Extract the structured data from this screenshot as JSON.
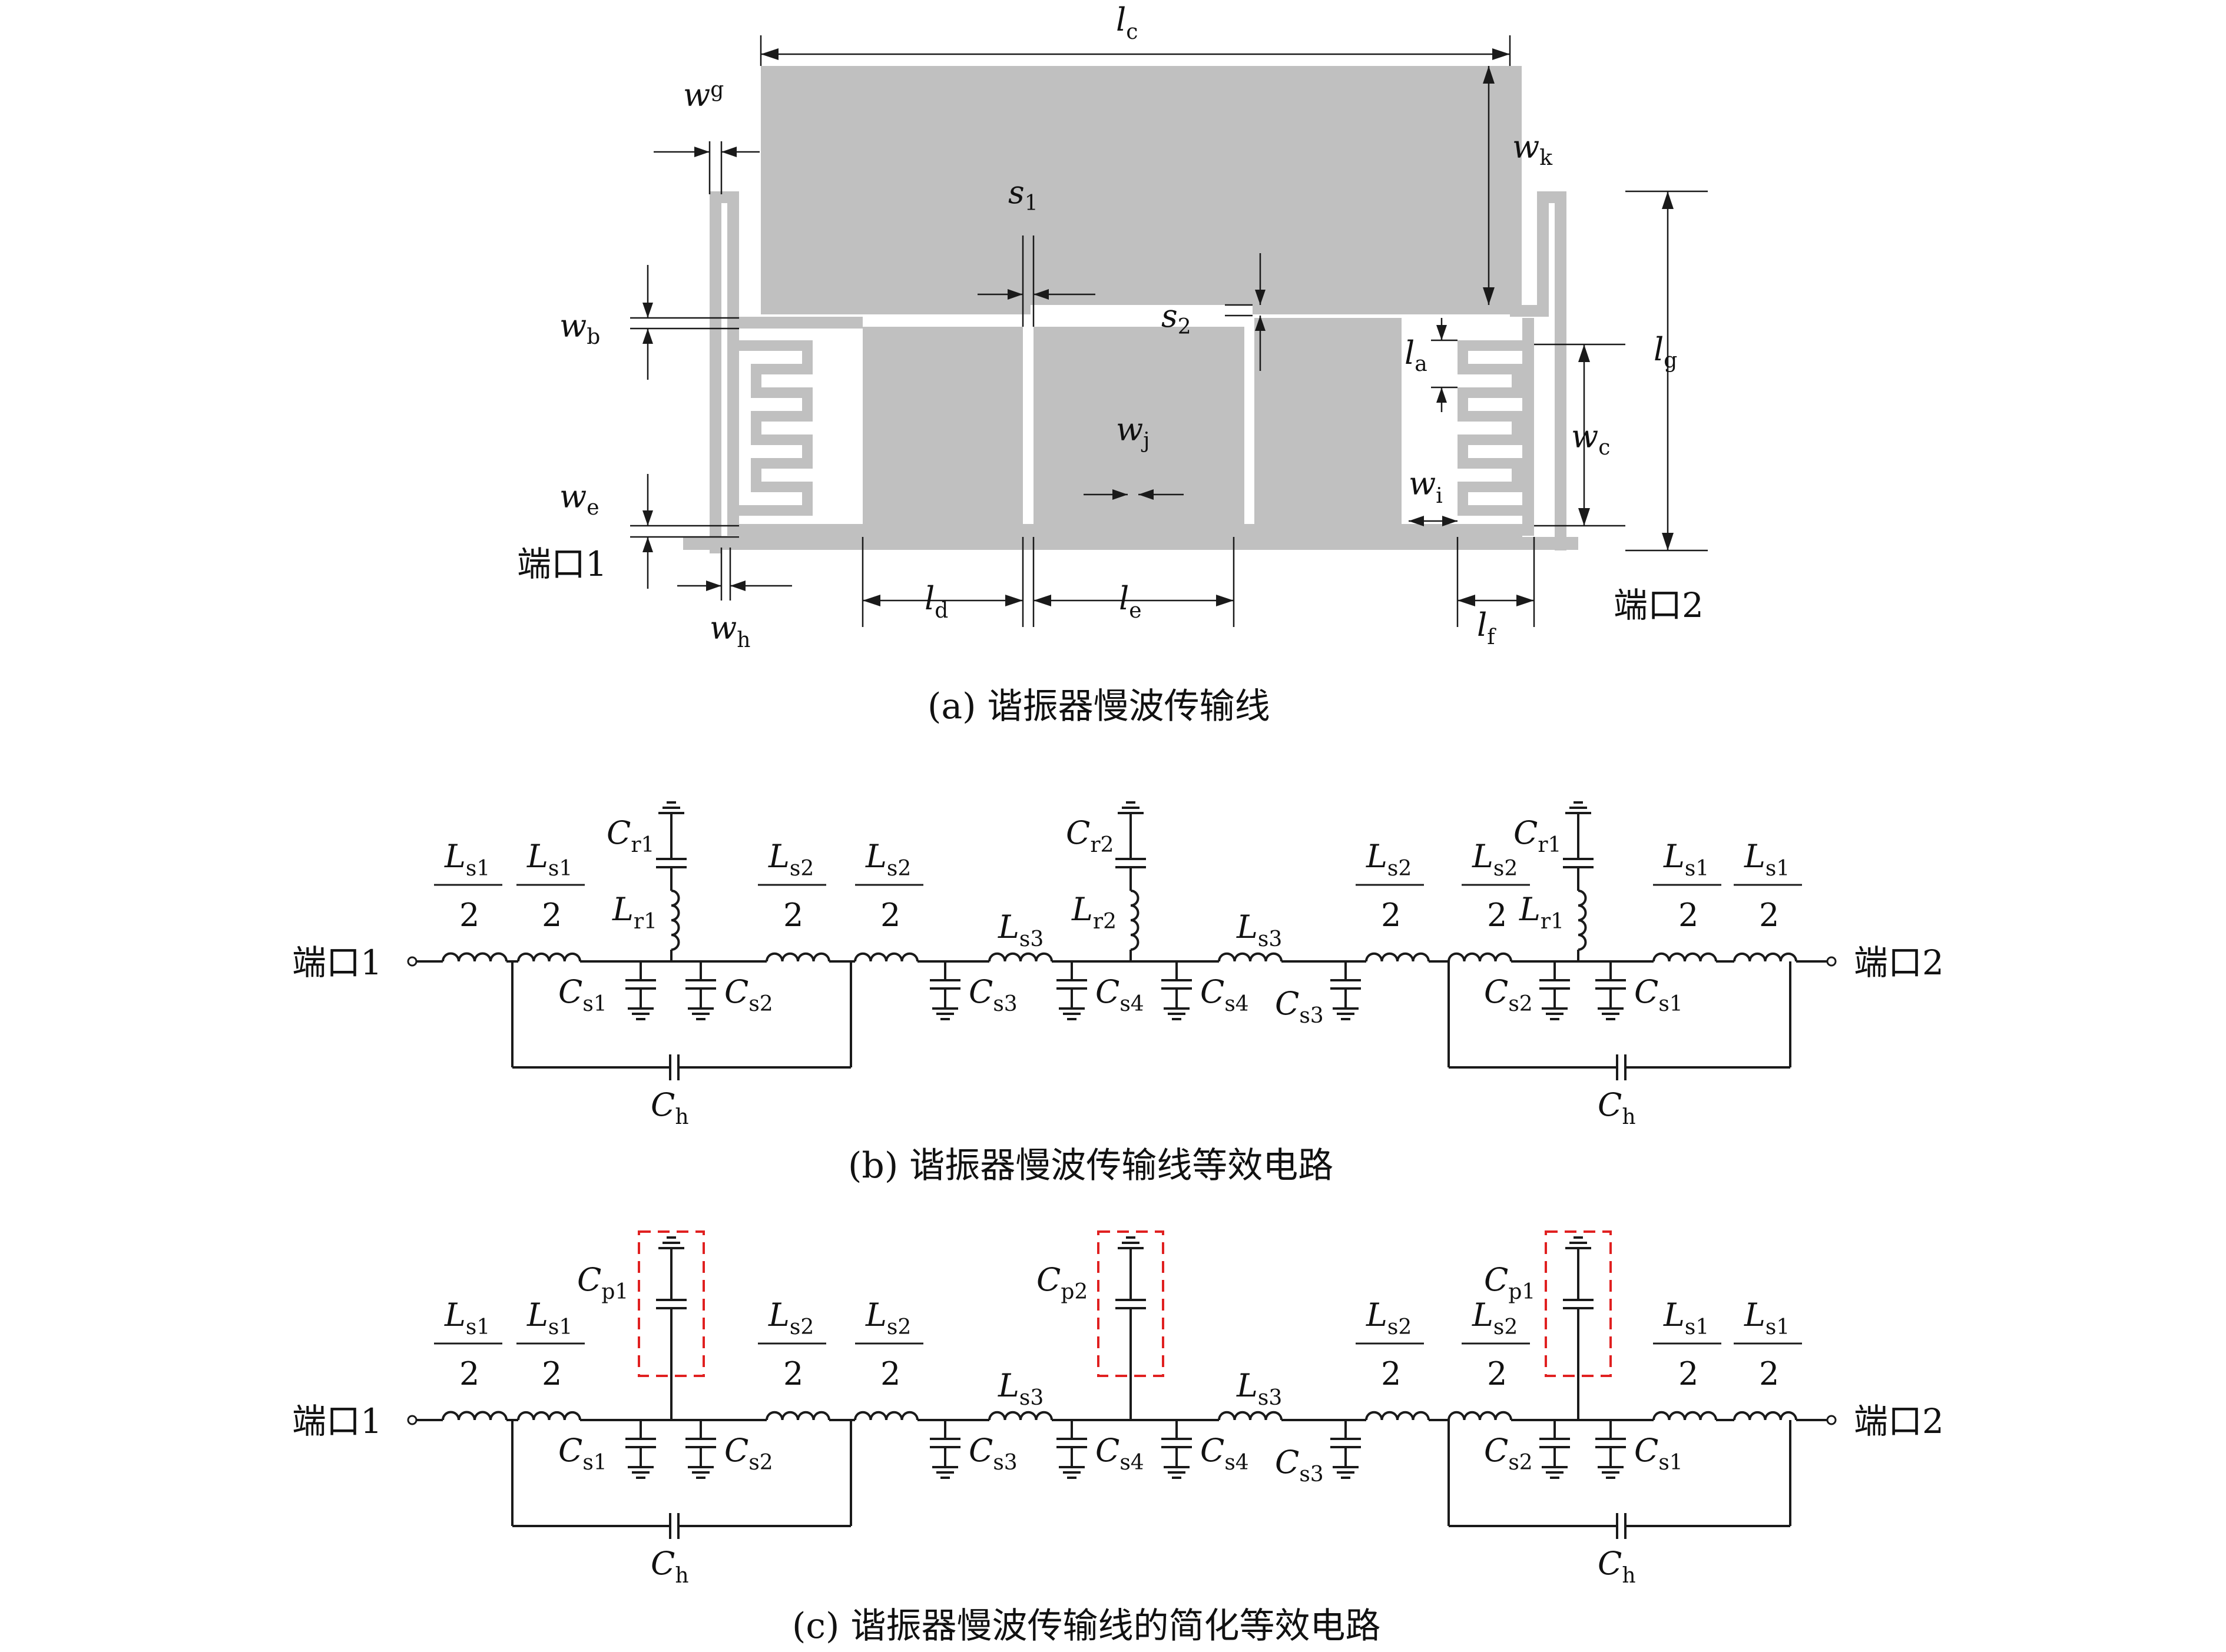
{
  "panel_a": {
    "caption": "(a) 谐振器慢波传输线",
    "port1": "端口1",
    "port2": "端口2",
    "dims": {
      "lc": {
        "m": "l",
        "s": "c"
      },
      "wg": {
        "m": "w",
        "s": "g"
      },
      "wk": {
        "m": "w",
        "s": "k"
      },
      "s1": {
        "m": "s",
        "s": "1"
      },
      "s2": {
        "m": "s",
        "s": "2"
      },
      "lg": {
        "m": "l",
        "s": "g"
      },
      "wb": {
        "m": "w",
        "s": "b"
      },
      "la": {
        "m": "l",
        "s": "a"
      },
      "wj": {
        "m": "w",
        "s": "j"
      },
      "wc": {
        "m": "w",
        "s": "c"
      },
      "we": {
        "m": "w",
        "s": "e"
      },
      "wi": {
        "m": "w",
        "s": "i"
      },
      "ld": {
        "m": "l",
        "s": "d"
      },
      "le": {
        "m": "l",
        "s": "e"
      },
      "lf": {
        "m": "l",
        "s": "f"
      },
      "wh": {
        "m": "w",
        "s": "h"
      }
    }
  },
  "panel_b": {
    "caption": "(b) 谐振器慢波传输线等效电路",
    "port1": "端口1",
    "port2": "端口2"
  },
  "panel_c": {
    "caption": "(c) 谐振器慢波传输线的简化等效电路",
    "port1": "端口1",
    "port2": "端口2"
  },
  "components": {
    "Ls1": {
      "m": "L",
      "s": "s1"
    },
    "Ls2": {
      "m": "L",
      "s": "s2"
    },
    "Ls3": {
      "m": "L",
      "s": "s3"
    },
    "Lr1": {
      "m": "L",
      "s": "r1"
    },
    "Lr2": {
      "m": "L",
      "s": "r2"
    },
    "Cr1": {
      "m": "C",
      "s": "r1"
    },
    "Cr2": {
      "m": "C",
      "s": "r2"
    },
    "Cs1": {
      "m": "C",
      "s": "s1"
    },
    "Cs2": {
      "m": "C",
      "s": "s2"
    },
    "Cs3": {
      "m": "C",
      "s": "s3"
    },
    "Cs4": {
      "m": "C",
      "s": "s4"
    },
    "Ch": {
      "m": "C",
      "s": "h"
    },
    "Cp1": {
      "m": "C",
      "s": "p1"
    },
    "Cp2": {
      "m": "C",
      "s": "p2"
    },
    "den": "2"
  },
  "colors": {
    "metal": "#c0c0c0",
    "line": "#1a1a1a",
    "highlight_box": "#e02020"
  }
}
